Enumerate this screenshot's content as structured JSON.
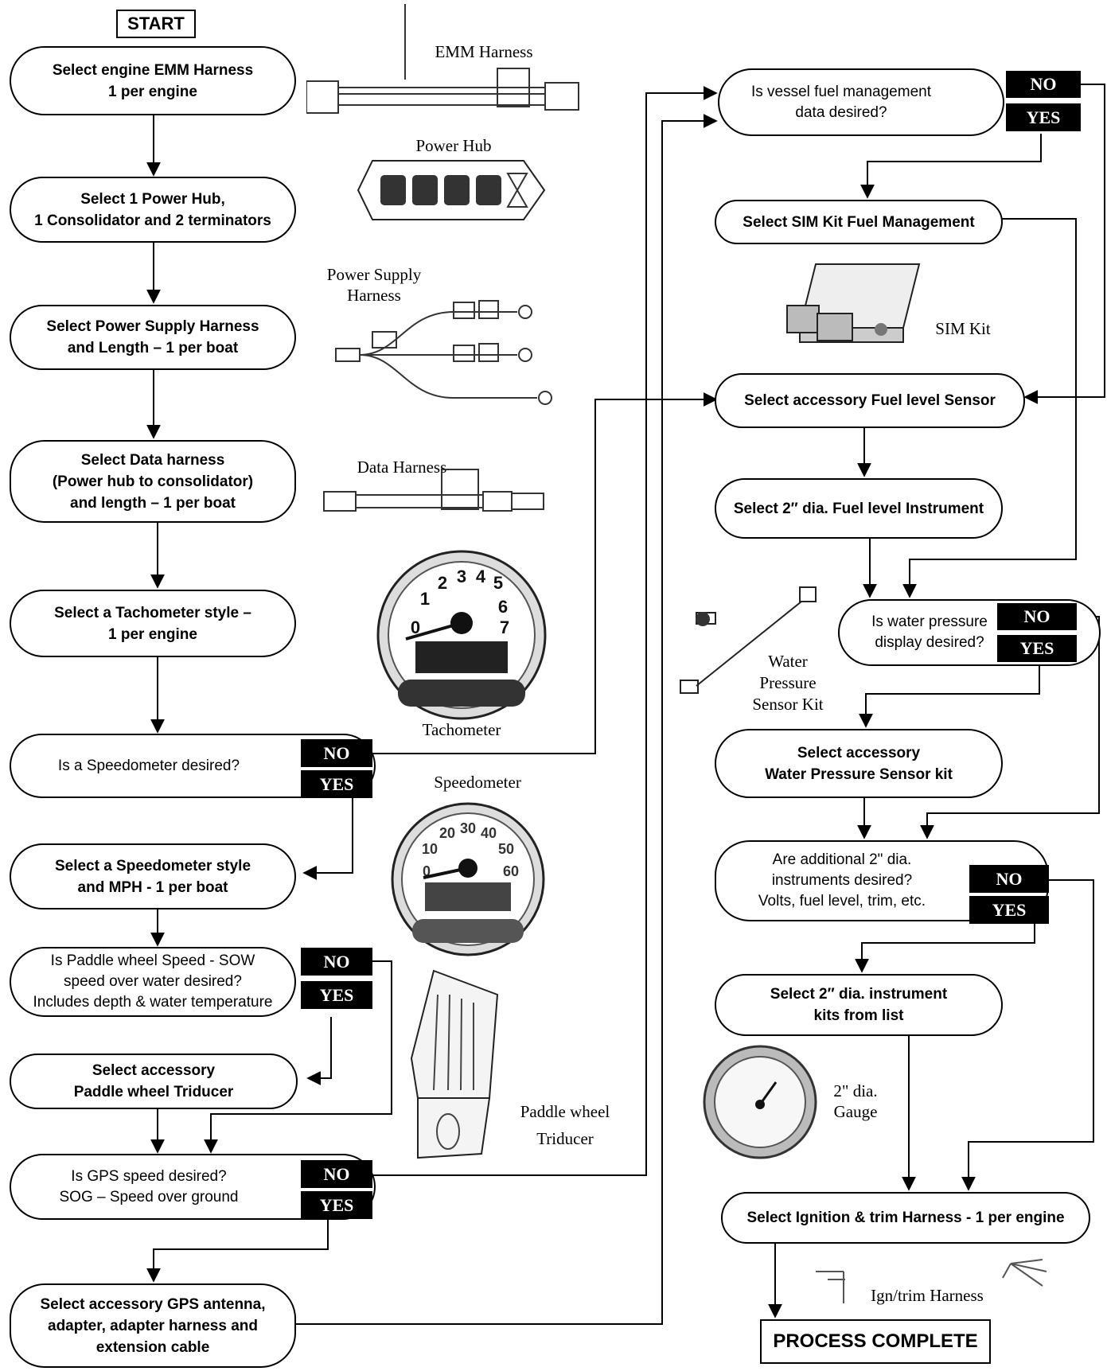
{
  "start": "START",
  "end": "PROCESS COMPLETE",
  "steps": {
    "emm": [
      "Select engine EMM Harness",
      "1 per engine"
    ],
    "powerhub": [
      "Select 1 Power Hub,",
      "1 Consolidator and 2 terminators"
    ],
    "supply": [
      "Select Power Supply Harness",
      "and Length – 1 per boat"
    ],
    "data": [
      "Select Data harness",
      "(Power hub to consolidator)",
      "and length – 1 per boat"
    ],
    "tach": [
      "Select a Tachometer style –",
      "1 per engine"
    ],
    "speedo": [
      "Select a Speedometer style",
      "and MPH  - 1 per boat"
    ],
    "paddle": [
      "Select  accessory",
      "Paddle wheel Triducer"
    ],
    "gps": [
      "Select accessory GPS antenna,",
      "adapter, adapter harness and",
      "extension cable"
    ],
    "sim": [
      "Select SIM Kit Fuel Management"
    ],
    "fuelsensor": [
      "Select accessory Fuel level Sensor"
    ],
    "fuelinst": [
      "Select 2″ dia. Fuel level Instrument"
    ],
    "water": [
      "Select accessory",
      "Water Pressure Sensor kit"
    ],
    "kits": [
      "Select 2″ dia. instrument",
      "kits from list"
    ],
    "ign": [
      "Select Ignition & trim Harness  - 1 per engine"
    ]
  },
  "decisions": {
    "speedometer": [
      "Is a Speedometer desired?"
    ],
    "paddle": [
      "Is Paddle wheel Speed - SOW",
      "speed over water desired?",
      "Includes depth & water temperature"
    ],
    "gps": [
      "Is GPS speed desired?",
      "SOG – Speed over ground"
    ],
    "fuel": [
      "Is vessel fuel management",
      "data desired?"
    ],
    "waterpress": [
      "Is water pressure",
      "display desired?"
    ],
    "additional": [
      "Are additional 2\" dia.",
      "instruments desired?",
      "Volts, fuel level, trim, etc."
    ]
  },
  "answers": {
    "no": "NO",
    "yes": "YES"
  },
  "captions": {
    "emm": "EMM Harness",
    "hub": "Power Hub",
    "supply": [
      "Power Supply",
      "Harness"
    ],
    "dataharness": "Data Harness",
    "tach": "Tachometer",
    "speedo": "Speedometer",
    "triducer": [
      "Paddle wheel",
      "Triducer"
    ],
    "sim": "SIM Kit",
    "waterkit": [
      "Water",
      "Pressure",
      "Sensor Kit"
    ],
    "gauge": [
      "2\" dia.",
      "Gauge"
    ],
    "ign": "Ign/trim Harness"
  },
  "dial_labels": {
    "tach": [
      "0",
      "1",
      "2",
      "3",
      "4",
      "5",
      "6",
      "7"
    ],
    "speedo": [
      "0",
      "10",
      "20",
      "30",
      "40",
      "50",
      "60"
    ]
  }
}
